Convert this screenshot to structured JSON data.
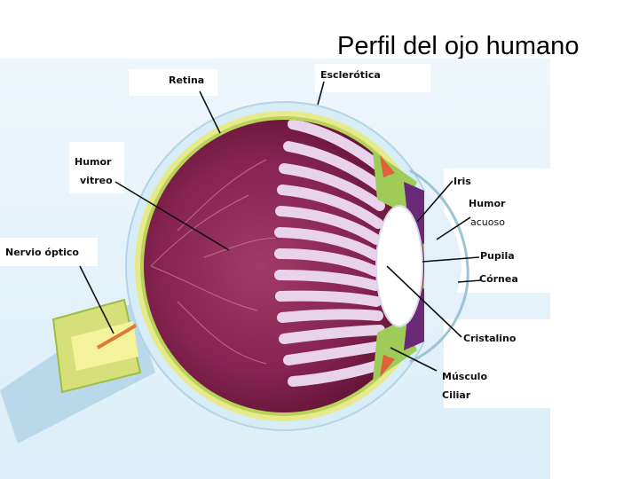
{
  "title": "Perfil del ojo humano",
  "labels": {
    "retina": "Retina",
    "esclerotica": "Esclerótica",
    "humor_vitreo_1": "Humor",
    "humor_vitreo_2": "vitreo",
    "nervio_optico": "Nervio óptico",
    "iris": "Iris",
    "humor_acuoso_1": "Humor",
    "humor_acuoso_2": "acuoso",
    "pupila": "Pupila",
    "cornea": "Córnea",
    "cristalino": "Cristalino",
    "musculo_1": "Músculo",
    "musculo_2": "Ciliar"
  },
  "colors": {
    "sclera": "#d6ecf6",
    "choroid_yellow": "#e6ea8a",
    "retina_green": "#b8d25a",
    "vitreous": "#8e2a55",
    "vitreous_dark": "#5e1232",
    "ciliary_stripe": "#e9d3ea",
    "leader": "#111111"
  }
}
